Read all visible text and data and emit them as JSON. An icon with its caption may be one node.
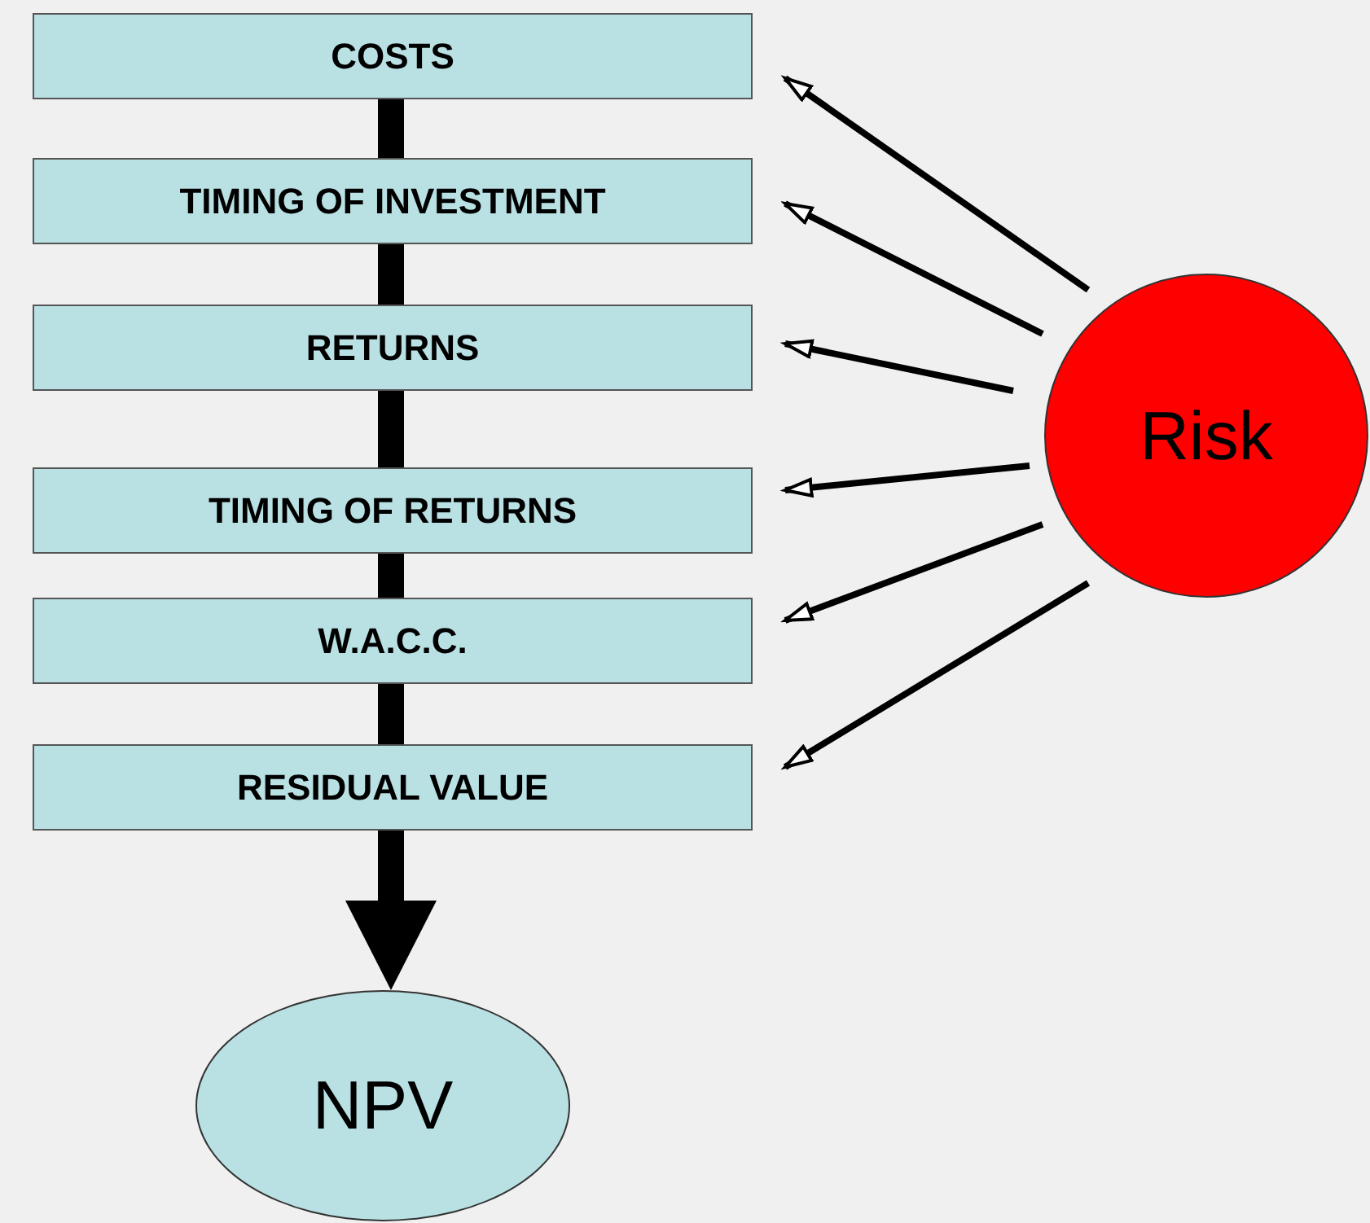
{
  "diagram": {
    "nodes": [
      {
        "text": [
          "COSTS"
        ]
      },
      {
        "text": [
          "TIMING OF INVESTMENT"
        ]
      },
      {
        "text": [
          "RETURNS"
        ]
      },
      {
        "text": [
          "TIMING OF RETURNS"
        ]
      },
      {
        "text": [
          "W.A.C.C."
        ]
      },
      {
        "text": [
          "RESIDUAL VALUE"
        ]
      },
      {
        "text": [
          "NPV"
        ]
      },
      {
        "text": [
          "Risk"
        ]
      }
    ],
    "edges": [
      {
        "from": 0,
        "to": 1,
        "arrow": "none",
        "style": "thick"
      },
      {
        "from": 1,
        "to": 2,
        "arrow": "none",
        "style": "thick"
      },
      {
        "from": 2,
        "to": 3,
        "arrow": "none",
        "style": "thick"
      },
      {
        "from": 3,
        "to": 4,
        "arrow": "none",
        "style": "thick"
      },
      {
        "from": 4,
        "to": 5,
        "arrow": "none",
        "style": "thick"
      },
      {
        "from": 5,
        "to": 6,
        "arrow": "to",
        "style": "thick"
      },
      {
        "from": 7,
        "to": 0,
        "arrow": "to"
      },
      {
        "from": 7,
        "to": 1,
        "arrow": "to"
      },
      {
        "from": 7,
        "to": 2,
        "arrow": "to"
      },
      {
        "from": 7,
        "to": 3,
        "arrow": "to"
      },
      {
        "from": 7,
        "to": 4,
        "arrow": "to"
      },
      {
        "from": 7,
        "to": 5,
        "arrow": "to"
      }
    ]
  }
}
